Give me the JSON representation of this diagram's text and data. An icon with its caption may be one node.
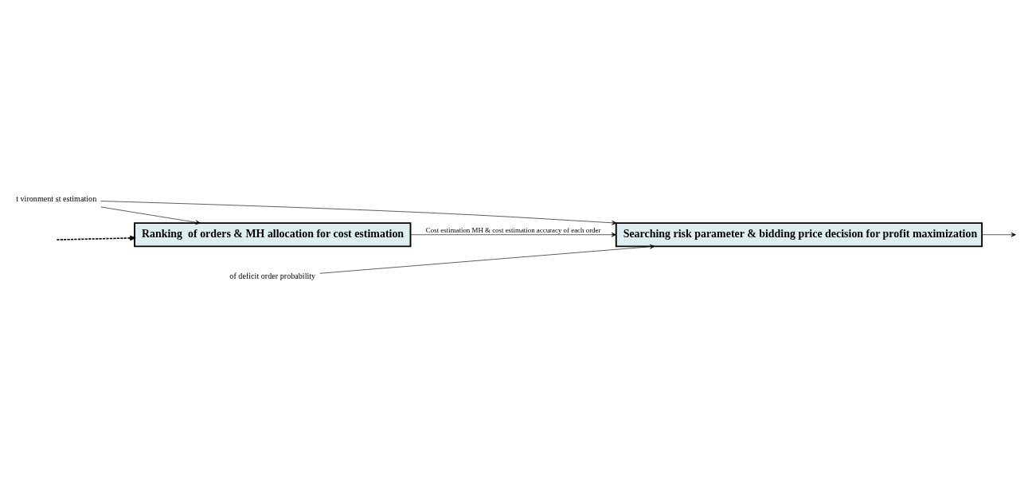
{
  "diagram": {
    "nodes": [
      {
        "text": [
          "t vironment st estimation"
        ]
      },
      {
        "text": [
          "Ranking  of orders & MH allocation for cost estimation"
        ]
      },
      {
        "text": [
          "Searching risk parameter & bidding price decision for profit maximization"
        ]
      },
      {
        "text": [
          "of deficit order probability"
        ]
      }
    ],
    "edges": [
      {
        "from": 0,
        "to": 1,
        "arrow": "to"
      },
      {
        "from": 0,
        "to": 2,
        "arrow": "to"
      },
      {
        "from": null,
        "to": 1,
        "arrow": "to",
        "style": "dashed"
      },
      {
        "from": 1,
        "to": 2,
        "arrow": "to",
        "label": "Cost estimation MH & cost estimation accuracy of each order"
      },
      {
        "from": 3,
        "to": 2,
        "arrow": "to"
      },
      {
        "from": 2,
        "to": null,
        "arrow": "to"
      }
    ]
  }
}
